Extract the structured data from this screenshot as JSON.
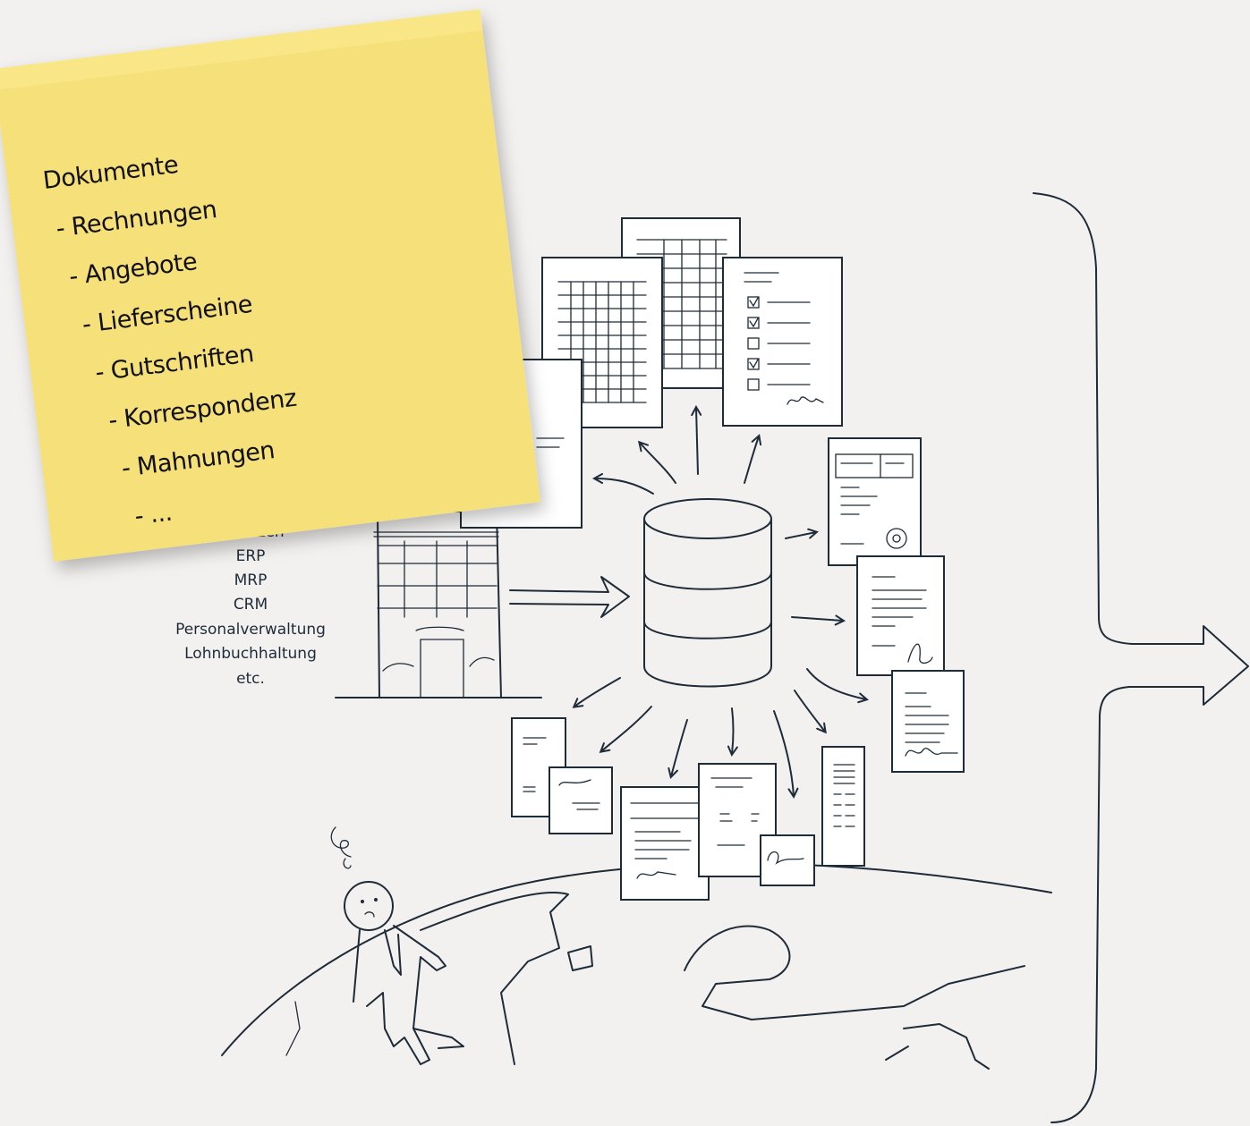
{
  "sticky_note": {
    "title": "Dokumente",
    "items": [
      "- Rechnungen",
      "- Angebote",
      "- Lieferscheine",
      "- Gutschriften",
      "- Korrespondenz",
      "- Mahnungen",
      "- ..."
    ],
    "color": "#f6e07a"
  },
  "systems": [
    "Finanzen",
    "ERP",
    "MRP",
    "CRM",
    "Personalverwaltung",
    "Lohnbuchhaltung",
    "etc."
  ],
  "ink_color": "#1e2b38",
  "background_color": "#f3f1ef"
}
